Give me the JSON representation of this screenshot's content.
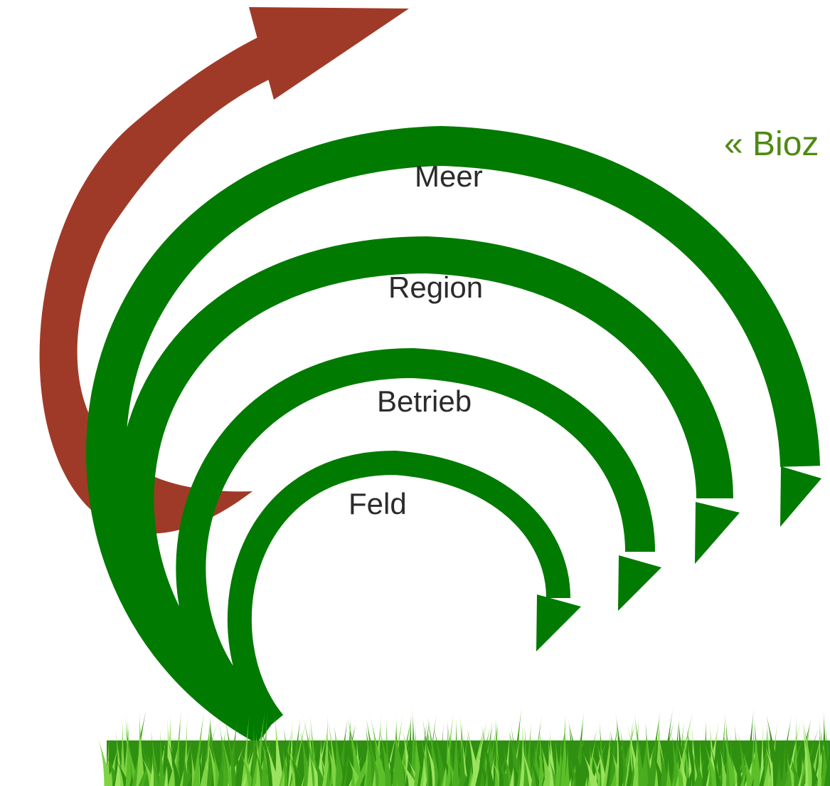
{
  "labels": {
    "ring_1": "Meer",
    "ring_2": "Region",
    "ring_3": "Betrieb",
    "ring_4": "Feld"
  },
  "cut_off_title": "« Bioz",
  "colors": {
    "cycle_arrows": "#007a00",
    "outer_arrow": "#a03a28",
    "title": "#4e8a10",
    "grass_dark": "#2f8f10",
    "grass_light": "#8fe050"
  },
  "arrows": {
    "green_cycle_count": 4,
    "outer_arrow_direction": "up-right"
  }
}
